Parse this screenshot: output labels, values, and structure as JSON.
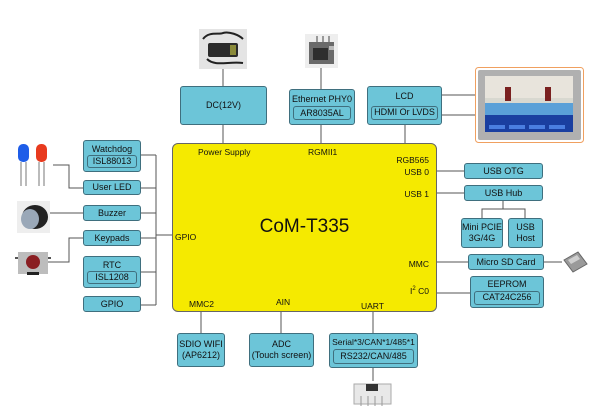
{
  "cpu": {
    "title": "CoM-T335",
    "pins": {
      "power_supply": "Power Supply",
      "rgmii1": "RGMII1",
      "rgb565": "RGB565",
      "usb0": "USB 0",
      "usb1": "USB 1",
      "gpio": "GPIO",
      "mmc": "MMC",
      "i2c0_prefix": "I",
      "i2c0_sup": "2",
      "i2c0_suffix": " C0",
      "mmc2": "MMC2",
      "ain": "AIN",
      "uart": "UART"
    }
  },
  "top": {
    "dc": {
      "label": "DC(12V)"
    },
    "ethernet": {
      "title": "Ethernet PHY0",
      "chip": "AR8035AL"
    },
    "lcd": {
      "title": "LCD",
      "interface": "HDMI Or LVDS"
    }
  },
  "left": {
    "watchdog": {
      "title": "Watchdog",
      "chip": "ISL88013"
    },
    "user_led": {
      "label": "User LED"
    },
    "buzzer": {
      "label": "Buzzer"
    },
    "keypads": {
      "label": "Keypads"
    },
    "rtc": {
      "title": "RTC",
      "chip": "ISL1208"
    },
    "gpio": {
      "label": "GPIO"
    }
  },
  "right": {
    "usb_otg": {
      "label": "USB OTG"
    },
    "usb_hub": {
      "label": "USB Hub"
    },
    "mini_pcie": {
      "line1": "Mini PCIE",
      "line2": "3G/4G"
    },
    "usb_host": {
      "line1": "USB",
      "line2": "Host"
    },
    "micro_sd": {
      "label": "Micro SD Card"
    },
    "eeprom": {
      "title": "EEPROM",
      "chip": "CAT24C256"
    }
  },
  "bottom": {
    "sdio_wifi": {
      "line1": "SDIO WIFI",
      "line2": "(AP6212)"
    },
    "adc": {
      "line1": "ADC",
      "line2": "(Touch screen)"
    },
    "serial": {
      "title": "Serial*3/CAN*1/485*1",
      "chip": "RS232/CAN/485"
    }
  },
  "colors": {
    "cpu_fill": "#f5ea00",
    "box_fill": "#6cc5d8",
    "box_border": "#3f6f7e",
    "line": "#555555"
  }
}
